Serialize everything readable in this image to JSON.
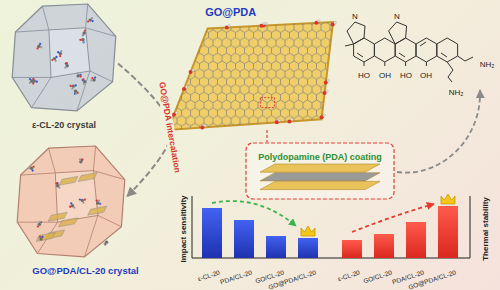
{
  "diagram": {
    "nodes": [
      {
        "text": [
          "ε-CL-20 crystal"
        ]
      },
      {
        "text": [
          "GO@PDA"
        ]
      },
      {
        "text": [
          "GO@PDA/CL-20 crystal"
        ]
      },
      {
        "text": [
          "Polydopamine (PDA) coating"
        ]
      }
    ],
    "edges": [
      {
        "from": 0,
        "to": 2,
        "label": "GO@PDA intercalation",
        "arrow": "to"
      },
      {
        "from": 1,
        "to": 3,
        "arrow": "none"
      }
    ],
    "labels": [
      "N",
      "N",
      "HO",
      "OH",
      "HO",
      "OH",
      "NH₂",
      "NH₂",
      "Impact sensitivity",
      "Thermal stability",
      "ε-CL-20",
      "PDA/CL-20",
      "GO/CL-20",
      "GO@PDA/CL-20",
      "ε-CL-20",
      "GO/CL-20",
      "PDA/CL-20",
      "GO@PDA/CL-20"
    ]
  }
}
